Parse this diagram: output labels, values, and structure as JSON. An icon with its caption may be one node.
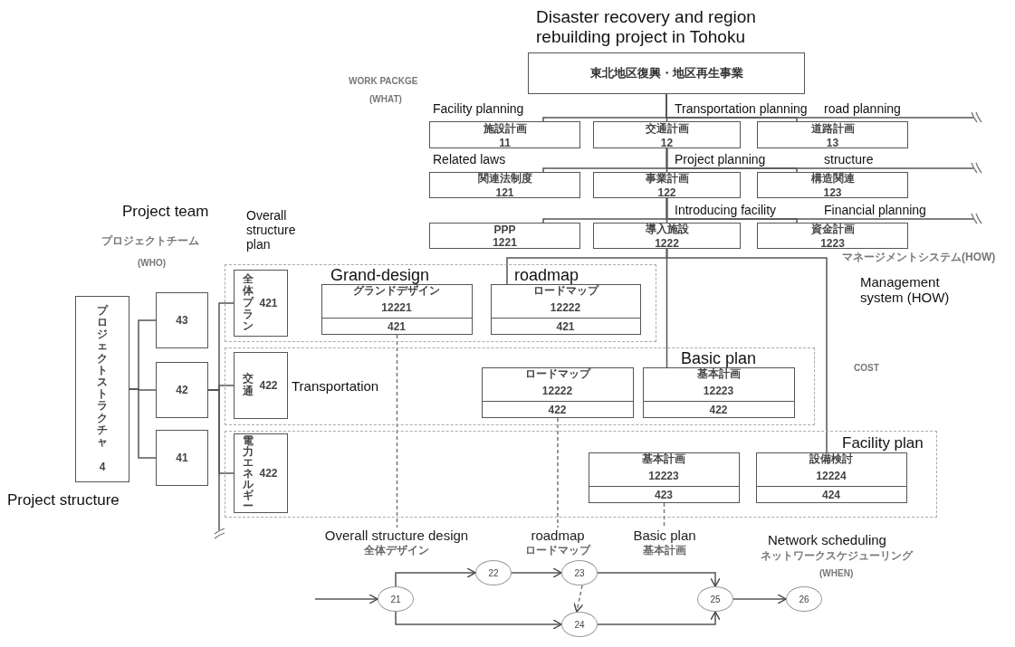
{
  "diagram": {
    "nodes": [
      {
        "text": [
          "東北地区復興・地区再生事業"
        ],
        "beside": [
          "Disaster recovery and region rebuilding project in Tohoku"
        ]
      },
      {
        "text": [
          "施設計画",
          "11"
        ],
        "beside": [
          "Facility planning"
        ]
      },
      {
        "text": [
          "交通計画",
          "12"
        ],
        "beside": [
          "Transportation planning"
        ]
      },
      {
        "text": [
          "道路計画",
          "13"
        ],
        "beside": [
          "road planning"
        ]
      },
      {
        "text": [
          "関連法制度",
          "121"
        ],
        "beside": [
          "Related laws"
        ]
      },
      {
        "text": [
          "事業計画",
          "122"
        ],
        "beside": [
          "Project planning"
        ]
      },
      {
        "text": [
          "構造関連",
          "123"
        ],
        "beside": [
          "structure"
        ]
      },
      {
        "text": [
          "PPP",
          "1221"
        ]
      },
      {
        "text": [
          "導入施設",
          "1222"
        ],
        "beside": [
          "Introducing facility"
        ]
      },
      {
        "text": [
          "資金計画",
          "1223"
        ],
        "beside": [
          "Financial planning"
        ]
      },
      {
        "text": [
          "プロジェクトストラクチャ",
          "4"
        ],
        "beside": [
          "Project structure"
        ]
      },
      {
        "text": [
          "43"
        ]
      },
      {
        "text": [
          "42"
        ]
      },
      {
        "text": [
          "41"
        ]
      },
      {
        "text": [],
        "shape": "box"
      },
      {
        "text": [
          "全体プラン",
          "421"
        ],
        "in": 14,
        "beside": [
          "Overall structure plan"
        ]
      },
      {
        "text": [
          "グランドデザイン",
          "12221",
          "421"
        ],
        "in": 14,
        "beside": [
          "Grand-design"
        ]
      },
      {
        "text": [
          "ロードマップ",
          "12222",
          "421"
        ],
        "in": 14,
        "beside": [
          "roadmap"
        ]
      },
      {
        "text": [],
        "shape": "box"
      },
      {
        "text": [
          "交通",
          "422"
        ],
        "in": 18,
        "beside": [
          "Transportation"
        ]
      },
      {
        "text": [
          "ロードマップ",
          "12222",
          "422"
        ],
        "in": 18
      },
      {
        "text": [
          "基本計画",
          "12223",
          "422"
        ],
        "in": 18,
        "beside": [
          "Basic plan"
        ]
      },
      {
        "text": [],
        "shape": "box"
      },
      {
        "text": [
          "電力エネルギー",
          "422"
        ],
        "in": 22
      },
      {
        "text": [
          "基本計画",
          "12223",
          "423"
        ],
        "in": 22
      },
      {
        "text": [
          "設備検討",
          "12224",
          "424"
        ],
        "in": 22,
        "beside": [
          "Facility plan"
        ]
      },
      {
        "text": [
          "全体デザイン"
        ],
        "beside": [
          "Overall structure design"
        ]
      },
      {
        "text": [
          "ロードマップ"
        ],
        "beside": [
          "roadmap"
        ]
      },
      {
        "text": [
          "基本計画"
        ],
        "beside": [
          "Basic plan"
        ]
      },
      {
        "text": [
          "21"
        ]
      },
      {
        "text": [
          "22"
        ]
      },
      {
        "text": [
          "23"
        ]
      },
      {
        "text": [
          "24"
        ]
      },
      {
        "text": [
          "25"
        ]
      },
      {
        "text": [
          "26"
        ]
      }
    ],
    "edges": [
      {
        "from": 0,
        "to": 1,
        "arrow": "none"
      },
      {
        "from": 0,
        "to": 2,
        "arrow": "none"
      },
      {
        "from": 0,
        "to": 3,
        "arrow": "none"
      },
      {
        "from": 0,
        "to": null,
        "arrow": "none"
      },
      {
        "from": 2,
        "to": 4,
        "arrow": "none"
      },
      {
        "from": 2,
        "to": 5,
        "arrow": "none"
      },
      {
        "from": 2,
        "to": 6,
        "arrow": "none"
      },
      {
        "from": 2,
        "to": null,
        "arrow": "none"
      },
      {
        "from": 5,
        "to": 7,
        "arrow": "none"
      },
      {
        "from": 5,
        "to": 8,
        "arrow": "none"
      },
      {
        "from": 5,
        "to": 9,
        "arrow": "none"
      },
      {
        "from": 5,
        "to": null,
        "arrow": "none"
      },
      {
        "from": 8,
        "to": 17,
        "arrow": "none"
      },
      {
        "from": 8,
        "to": 21,
        "arrow": "none"
      },
      {
        "from": 8,
        "to": 25,
        "arrow": "none"
      },
      {
        "from": 10,
        "to": 11,
        "arrow": "none"
      },
      {
        "from": 10,
        "to": 12,
        "arrow": "none"
      },
      {
        "from": 10,
        "to": 13,
        "arrow": "none"
      },
      {
        "from": 12,
        "to": 15,
        "arrow": "none"
      },
      {
        "from": 12,
        "to": 19,
        "arrow": "none"
      },
      {
        "from": 12,
        "to": 23,
        "arrow": "none"
      },
      {
        "from": 12,
        "to": null,
        "arrow": "none"
      },
      {
        "from": 16,
        "to": 26,
        "arrow": "none",
        "style": "dashed"
      },
      {
        "from": 20,
        "to": 27,
        "arrow": "none",
        "style": "dashed"
      },
      {
        "from": 24,
        "to": 28,
        "arrow": "none",
        "style": "dashed"
      },
      {
        "from": null,
        "to": 29,
        "arrow": "to"
      },
      {
        "from": 29,
        "to": 30,
        "arrow": "to"
      },
      {
        "from": 30,
        "to": 31,
        "arrow": "to"
      },
      {
        "from": 31,
        "to": 32,
        "arrow": "to",
        "style": "dashed"
      },
      {
        "from": 29,
        "to": 32,
        "arrow": "to"
      },
      {
        "from": 31,
        "to": 33,
        "arrow": "to"
      },
      {
        "from": 32,
        "to": 33,
        "arrow": "to"
      },
      {
        "from": 33,
        "to": 34,
        "arrow": "to"
      }
    ],
    "labels": [
      "WORK PACKGE",
      "(WHAT)",
      "Project team",
      "プロジェクトチーム",
      "(WHO)",
      "マネージメントシステム(HOW)",
      "Management system (HOW)",
      "COST",
      "Network scheduling",
      "ネットワークスケジューリング",
      "(WHEN)"
    ]
  }
}
